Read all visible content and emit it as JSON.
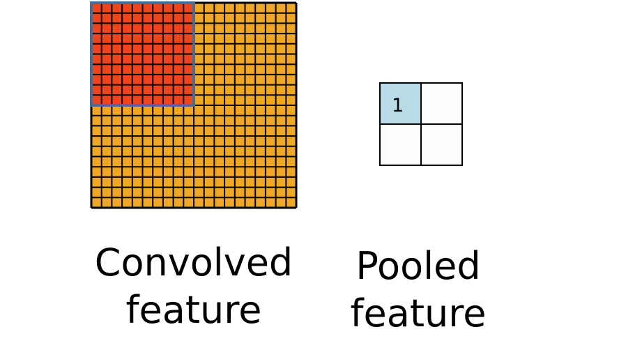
{
  "convolved": {
    "caption_line1": "Convolved",
    "caption_line2": "feature",
    "grid_cells": 20,
    "highlight_cells": 10,
    "fill_color": "#F0A824",
    "highlight_color": "#F0441A",
    "line_color": "#000000",
    "highlight_border_color": "#4A6B93"
  },
  "pooled": {
    "caption_line1": "Pooled",
    "caption_line2": "feature",
    "cells": [
      "1",
      "",
      "",
      ""
    ],
    "active_color": "#B7DCE7",
    "empty_color": "#FDFDFB",
    "line_color": "#000000"
  }
}
